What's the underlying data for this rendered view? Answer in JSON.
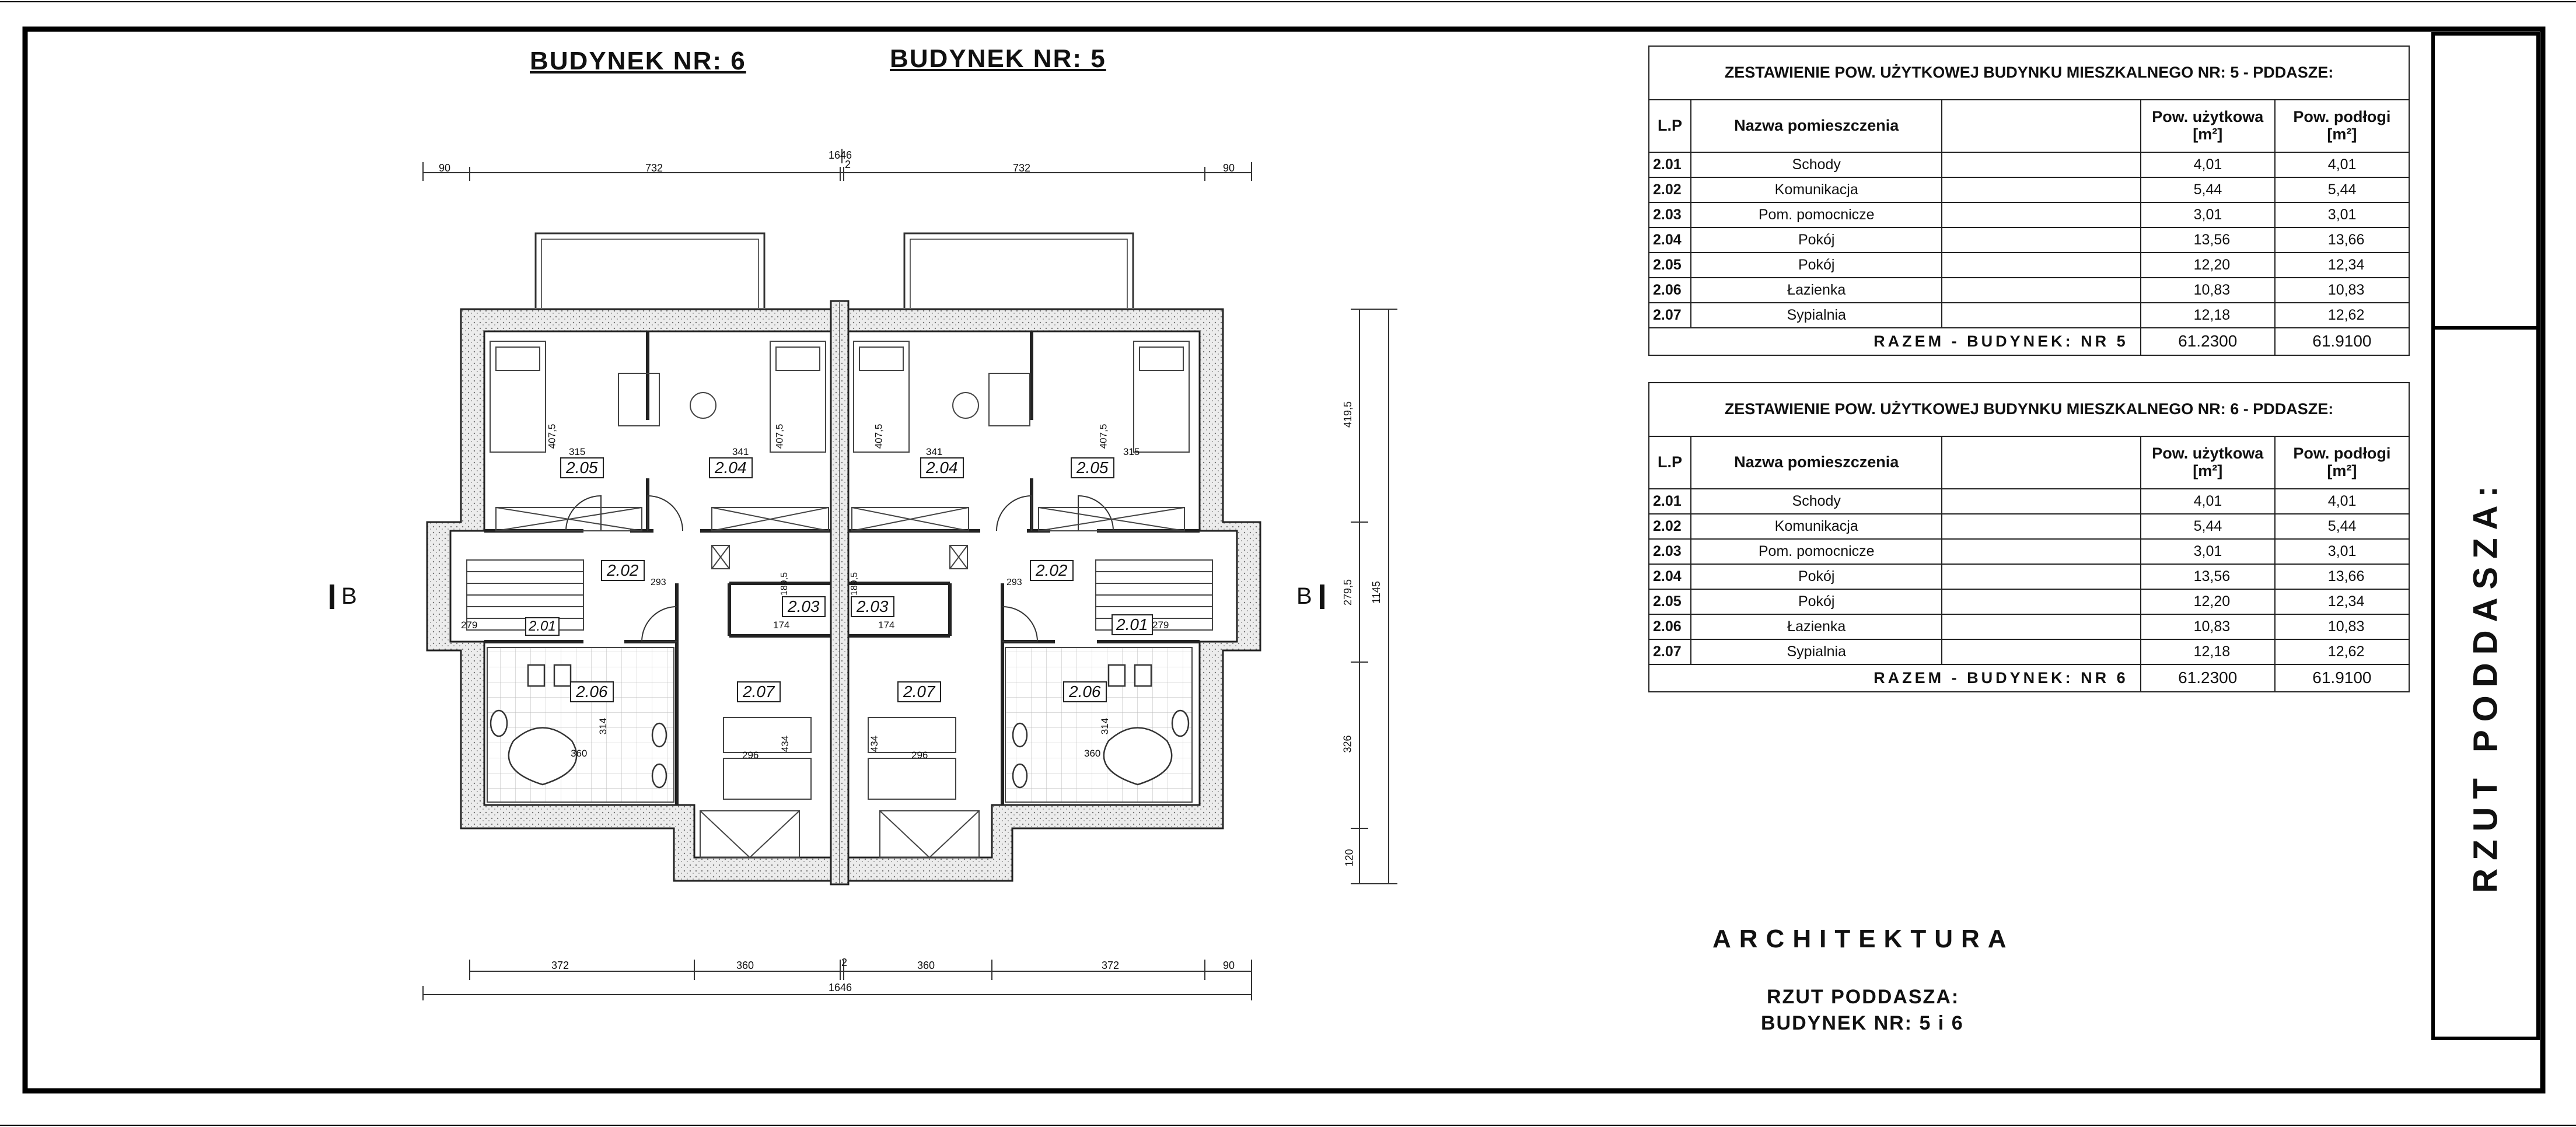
{
  "building_titles": [
    "BUDYNEK NR: 6",
    "BUDYNEK NR: 5"
  ],
  "section_marks": {
    "left": "B",
    "right": "B"
  },
  "dimensions": {
    "top": [
      "90",
      "732",
      "1646",
      "2",
      "732",
      "90"
    ],
    "bottom": [
      "372",
      "360",
      "2",
      "360",
      "372",
      "90"
    ],
    "bottom_total": "1646",
    "right_parts": [
      "419,5",
      "279,5",
      "326",
      "120"
    ],
    "right_total": "1145",
    "interior": [
      "407,5",
      "315",
      "341",
      "407,5",
      "407,5",
      "341",
      "315",
      "407,5",
      "293",
      "189,5",
      "174",
      "189,5",
      "174",
      "293",
      "279",
      "279",
      "314",
      "360",
      "434",
      "296",
      "434",
      "296",
      "360",
      "314"
    ]
  },
  "room_tags": [
    "2.05",
    "2.04",
    "2.04",
    "2.05",
    "2.02",
    "2.03",
    "2.03",
    "2.02",
    "2.01",
    "2.01",
    "2.06",
    "2.07",
    "2.07",
    "2.06"
  ],
  "tables": [
    {
      "title": "ZESTAWIENIE POW. UŻYTKOWEJ BUDYNKU MIESZKALNEGO NR: 5 - PDDASZE:",
      "headers": {
        "lp": "L.P",
        "name": "Nazwa pomieszczenia",
        "usable": "Pow. użytkowa [m²]",
        "floor": "Pow. podłogi [m²]"
      },
      "rows": [
        {
          "lp": "2.01",
          "name": "Schody",
          "usable": "4,01",
          "floor": "4,01"
        },
        {
          "lp": "2.02",
          "name": "Komunikacja",
          "usable": "5,44",
          "floor": "5,44"
        },
        {
          "lp": "2.03",
          "name": "Pom. pomocnicze",
          "usable": "3,01",
          "floor": "3,01"
        },
        {
          "lp": "2.04",
          "name": "Pokój",
          "usable": "13,56",
          "floor": "13,66"
        },
        {
          "lp": "2.05",
          "name": "Pokój",
          "usable": "12,20",
          "floor": "12,34"
        },
        {
          "lp": "2.06",
          "name": "Łazienka",
          "usable": "10,83",
          "floor": "10,83"
        },
        {
          "lp": "2.07",
          "name": "Sypialnia",
          "usable": "12,18",
          "floor": "12,62"
        }
      ],
      "total_label": "RAZEM - BUDYNEK: NR 5",
      "total_usable": "61.2300",
      "total_floor": "61.9100"
    },
    {
      "title": "ZESTAWIENIE POW. UŻYTKOWEJ BUDYNKU MIESZKALNEGO NR: 6 - PDDASZE:",
      "headers": {
        "lp": "L.P",
        "name": "Nazwa pomieszczenia",
        "usable": "Pow. użytkowa [m²]",
        "floor": "Pow. podłogi [m²]"
      },
      "rows": [
        {
          "lp": "2.01",
          "name": "Schody",
          "usable": "4,01",
          "floor": "4,01"
        },
        {
          "lp": "2.02",
          "name": "Komunikacja",
          "usable": "5,44",
          "floor": "5,44"
        },
        {
          "lp": "2.03",
          "name": "Pom. pomocnicze",
          "usable": "3,01",
          "floor": "3,01"
        },
        {
          "lp": "2.04",
          "name": "Pokój",
          "usable": "13,56",
          "floor": "13,66"
        },
        {
          "lp": "2.05",
          "name": "Pokój",
          "usable": "12,20",
          "floor": "12,34"
        },
        {
          "lp": "2.06",
          "name": "Łazienka",
          "usable": "10,83",
          "floor": "10,83"
        },
        {
          "lp": "2.07",
          "name": "Sypialnia",
          "usable": "12,18",
          "floor": "12,62"
        }
      ],
      "total_label": "RAZEM - BUDYNEK: NR 6",
      "total_usable": "61.2300",
      "total_floor": "61.9100"
    }
  ],
  "discipline": "ARCHITEKTURA",
  "drawing_title": {
    "line1": "RZUT PODDASZA:",
    "line2": "BUDYNEK NR: 5 i 6"
  },
  "side_title": "RZUT PODDASZA:"
}
